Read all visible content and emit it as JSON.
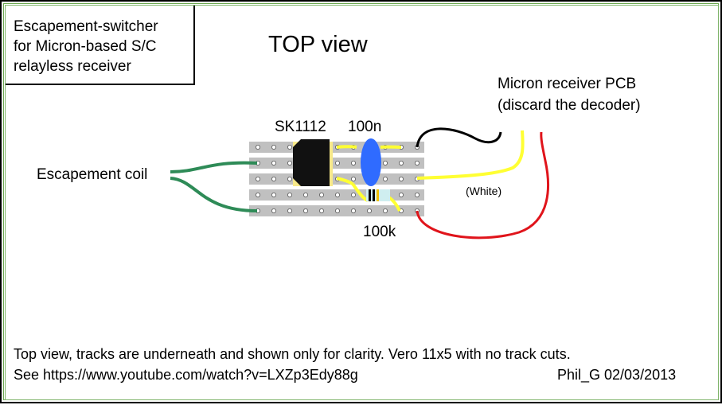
{
  "title_box": {
    "line1": "Escapement-switcher",
    "line2": "for Micron-based S/C",
    "line3": "relayless receiver"
  },
  "heading": "TOP view",
  "receiver_label": {
    "line1": "Micron receiver PCB",
    "line2": "(discard the decoder)"
  },
  "components": {
    "ic": "SK1112",
    "capacitor": "100n",
    "resistor": "100k"
  },
  "coil_label": "Escapement coil",
  "wire_label": "(White)",
  "footer": {
    "line1": "Top view, tracks are underneath and shown only for clarity. Vero 11x5 with no track cuts.",
    "line2": "See https://www.youtube.com/watch?v=LXZp3Edy88g",
    "credit": "Phil_G  02/03/2013"
  },
  "board": {
    "columns": 11,
    "rows": 5
  },
  "colors": {
    "track": "#c0c0c0",
    "ic_body": "#111111",
    "ic_pins": "#f7e98a",
    "capacitor": "#2f6bff",
    "wire_green": "#2e8b57",
    "wire_yellow": "#ffff33",
    "wire_black": "#000000",
    "wire_red": "#e0141b",
    "resistor_body": "#cfeef0"
  }
}
